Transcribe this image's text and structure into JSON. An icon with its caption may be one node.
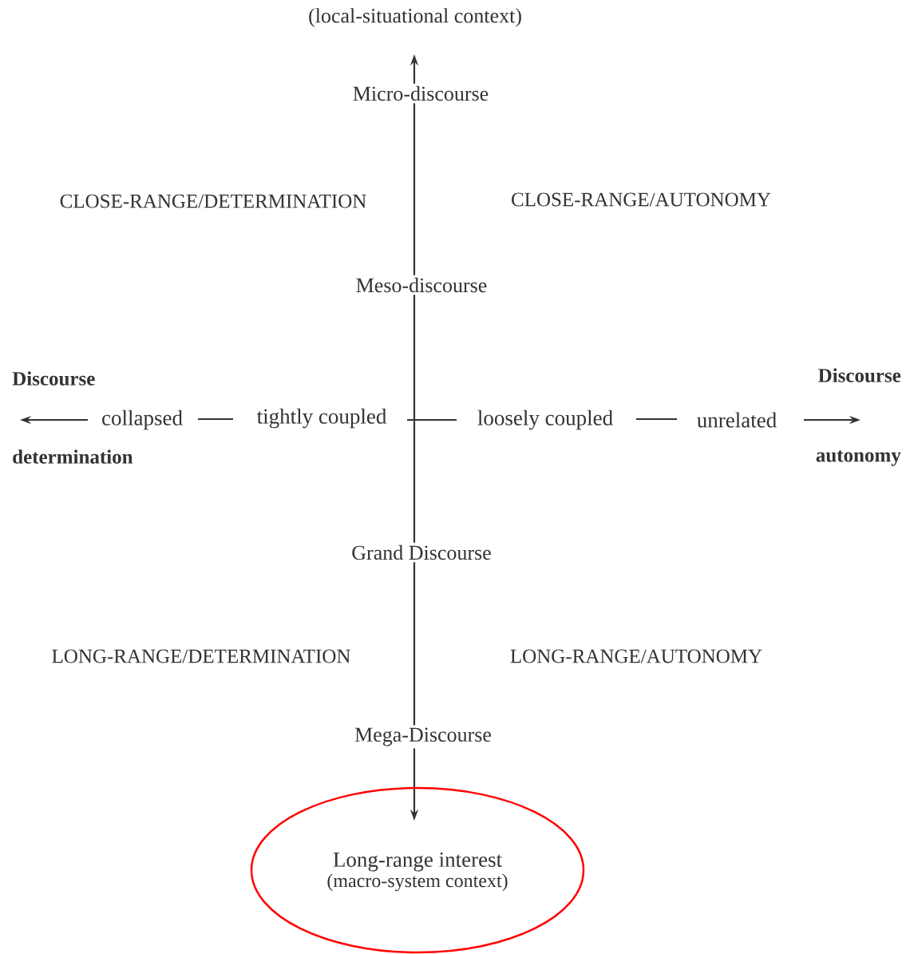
{
  "diagram": {
    "nodes": [
      {
        "text": [
          "Long-range interest",
          "(macro-system context)"
        ]
      }
    ],
    "labels": [
      "(local-situational context)",
      "Micro-discourse",
      "CLOSE-RANGE/DETERMINATION",
      "CLOSE-RANGE/AUTONOMY",
      "Meso-discourse",
      "Discourse",
      "Discourse",
      "collapsed",
      "tightly coupled",
      "loosely coupled",
      "unrelated",
      "determination",
      "autonomy",
      "Grand Discourse",
      "LONG-RANGE/DETERMINATION",
      "LONG-RANGE/AUTONOMY",
      "Mega-Discourse"
    ]
  }
}
